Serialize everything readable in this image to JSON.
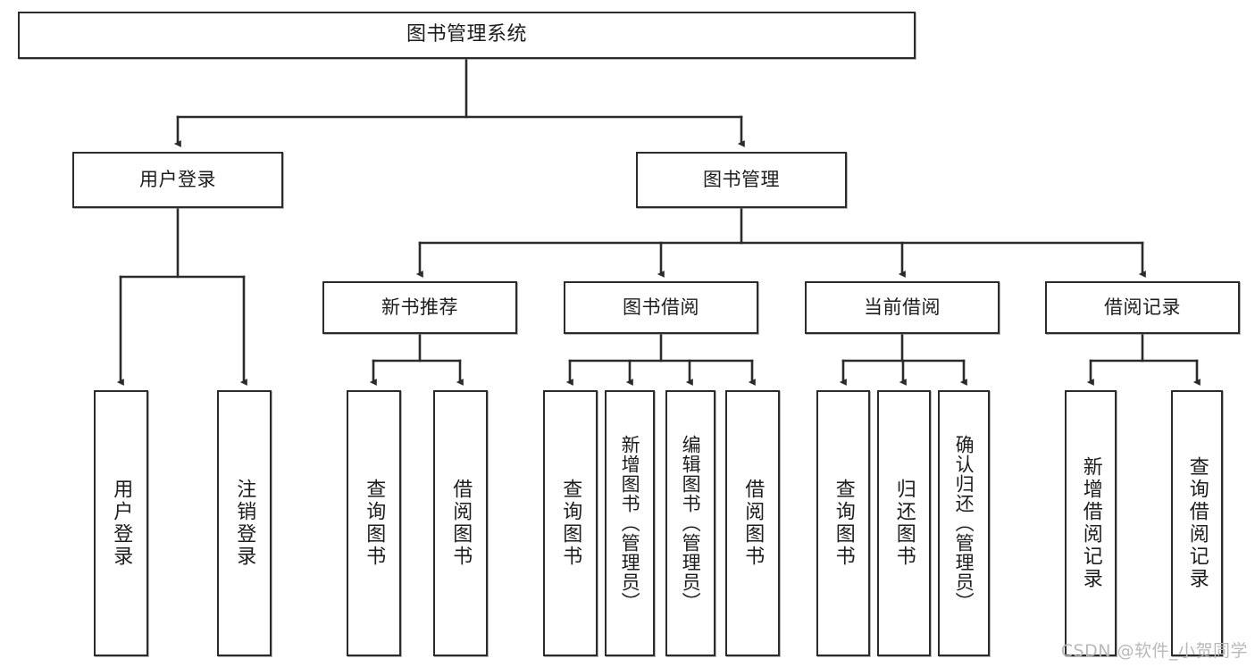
{
  "diagram": {
    "type": "tree",
    "title": "图书管理系统",
    "watermark": "CSDN @软件_小贺同学",
    "colors": {
      "stroke": "#2b2b2b",
      "fill": "#ffffff",
      "text": "#1d1d1d",
      "watermark": "#b9b9b9"
    },
    "nodes": {
      "root": {
        "label": "图书管理系统"
      },
      "level2": [
        {
          "id": "user-login",
          "label": "用户登录"
        },
        {
          "id": "book-manage",
          "label": "图书管理"
        }
      ],
      "level3": [
        {
          "id": "new-book-recommend",
          "label": "新书推荐"
        },
        {
          "id": "book-borrow",
          "label": "图书借阅"
        },
        {
          "id": "current-borrow",
          "label": "当前借阅"
        },
        {
          "id": "borrow-record",
          "label": "借阅记录"
        }
      ],
      "leaves": [
        {
          "id": "leaf-user-login",
          "label": "用户登录",
          "parent": "user-login"
        },
        {
          "id": "leaf-logout-login",
          "label": "注销登录",
          "parent": "user-login"
        },
        {
          "id": "leaf-query-book-1",
          "label": "查询图书",
          "parent": "new-book-recommend"
        },
        {
          "id": "leaf-borrow-book-1",
          "label": "借阅图书",
          "parent": "new-book-recommend"
        },
        {
          "id": "leaf-query-book-2",
          "label": "查询图书",
          "parent": "book-borrow"
        },
        {
          "id": "leaf-add-book",
          "label": "新增图书（管理员）",
          "parent": "book-borrow"
        },
        {
          "id": "leaf-edit-book",
          "label": "编辑图书（管理员）",
          "parent": "book-borrow"
        },
        {
          "id": "leaf-borrow-book-2",
          "label": "借阅图书",
          "parent": "book-borrow"
        },
        {
          "id": "leaf-query-book-3",
          "label": "查询图书",
          "parent": "current-borrow"
        },
        {
          "id": "leaf-return-book",
          "label": "归还图书",
          "parent": "current-borrow"
        },
        {
          "id": "leaf-confirm-return",
          "label": "确认归还（管理员）",
          "parent": "current-borrow"
        },
        {
          "id": "leaf-add-record",
          "label": "新增借阅记录",
          "parent": "borrow-record"
        },
        {
          "id": "leaf-query-record",
          "label": "查询借阅记录",
          "parent": "borrow-record"
        }
      ]
    }
  }
}
